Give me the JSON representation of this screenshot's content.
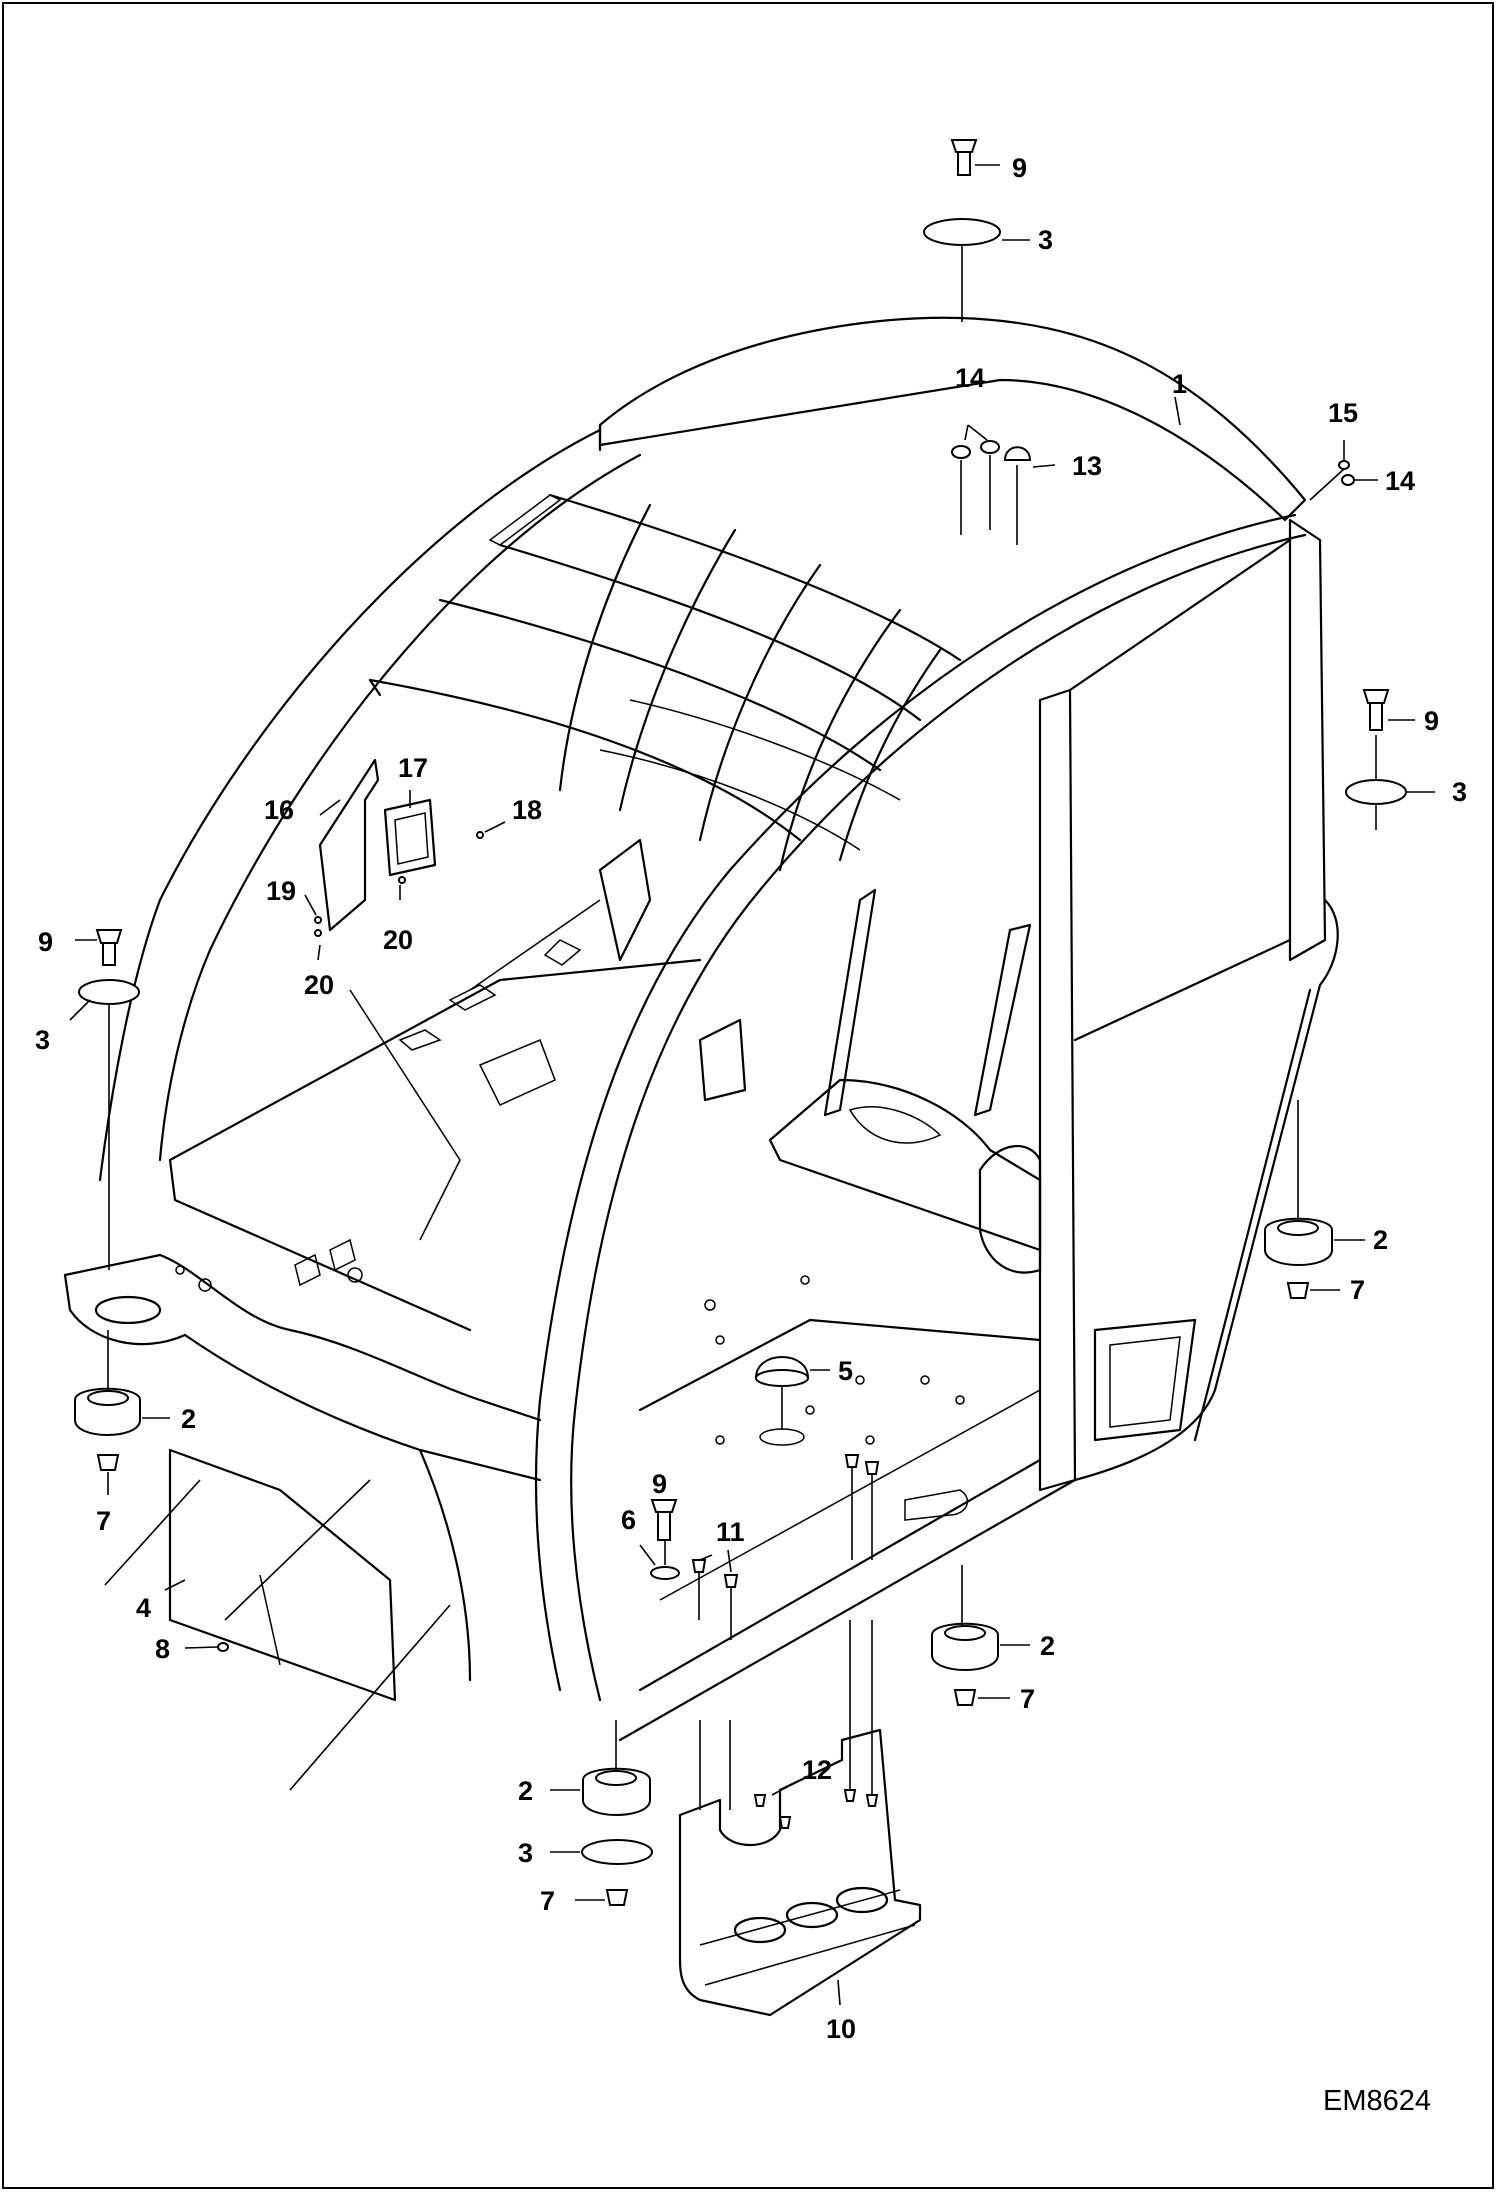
{
  "drawing_code": "EM8624",
  "callouts": [
    {
      "id": "c9a",
      "label": "9"
    },
    {
      "id": "c3a",
      "label": "3"
    },
    {
      "id": "c1",
      "label": "1"
    },
    {
      "id": "c14a",
      "label": "14"
    },
    {
      "id": "c13",
      "label": "13"
    },
    {
      "id": "c15",
      "label": "15"
    },
    {
      "id": "c14b",
      "label": "14"
    },
    {
      "id": "c9b",
      "label": "9"
    },
    {
      "id": "c3b",
      "label": "3"
    },
    {
      "id": "c17",
      "label": "17"
    },
    {
      "id": "c16",
      "label": "16"
    },
    {
      "id": "c18",
      "label": "18"
    },
    {
      "id": "c19",
      "label": "19"
    },
    {
      "id": "c20a",
      "label": "20"
    },
    {
      "id": "c20b",
      "label": "20"
    },
    {
      "id": "c9c",
      "label": "9"
    },
    {
      "id": "c3c",
      "label": "3"
    },
    {
      "id": "c2a",
      "label": "2"
    },
    {
      "id": "c7a",
      "label": "7"
    },
    {
      "id": "c5",
      "label": "5"
    },
    {
      "id": "c2b",
      "label": "2"
    },
    {
      "id": "c7b",
      "label": "7"
    },
    {
      "id": "c4",
      "label": "4"
    },
    {
      "id": "c8",
      "label": "8"
    },
    {
      "id": "c9d",
      "label": "9"
    },
    {
      "id": "c6",
      "label": "6"
    },
    {
      "id": "c11",
      "label": "11"
    },
    {
      "id": "c2c",
      "label": "2"
    },
    {
      "id": "c7c",
      "label": "7"
    },
    {
      "id": "c2d",
      "label": "2"
    },
    {
      "id": "c12",
      "label": "12"
    },
    {
      "id": "c3d",
      "label": "3"
    },
    {
      "id": "c7d",
      "label": "7"
    },
    {
      "id": "c10",
      "label": "10"
    }
  ]
}
